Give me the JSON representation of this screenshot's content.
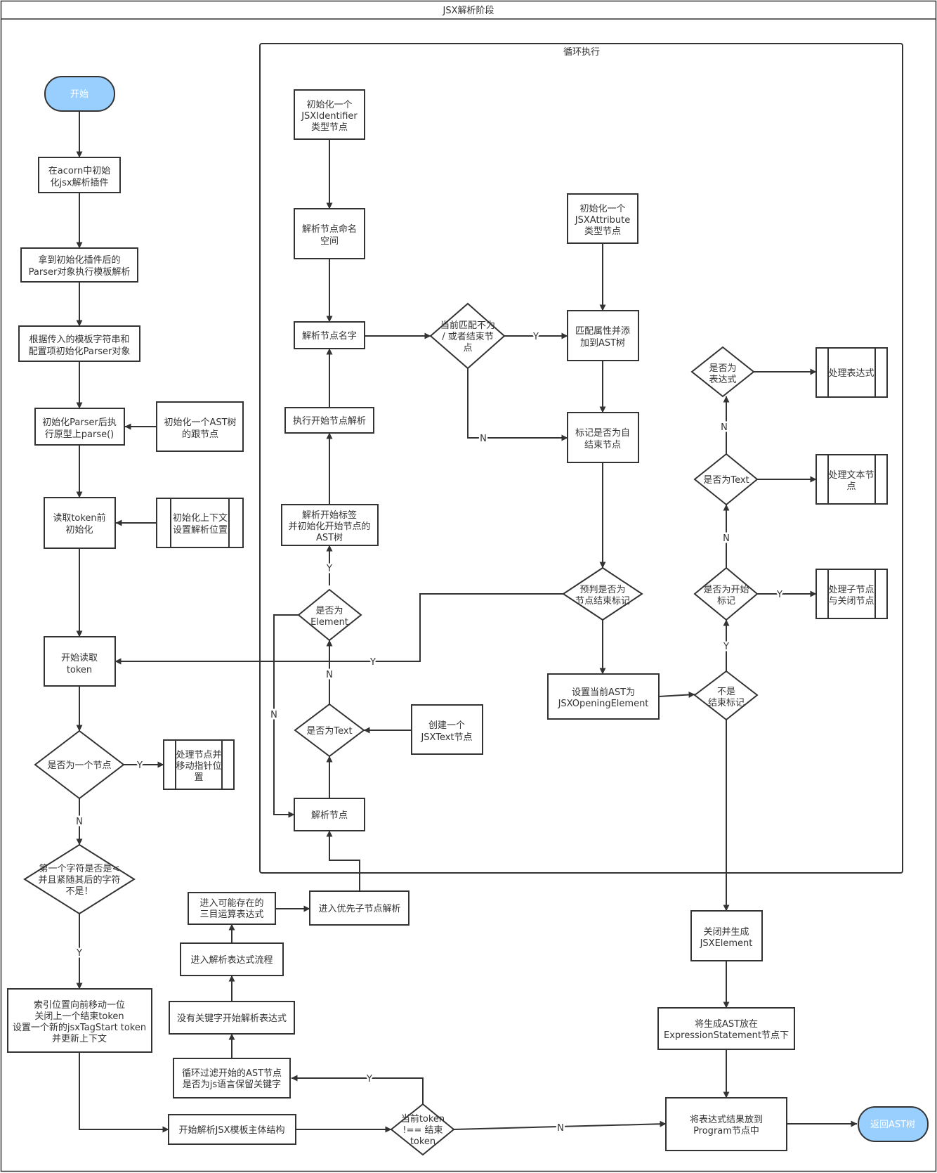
{
  "title": "JSX解析阶段",
  "loop_frame_title": "循环执行",
  "colors": {
    "terminal_fill": "#99cfff",
    "stroke": "#333333",
    "text": "#333333"
  },
  "nodes": {
    "start": "开始",
    "init_plugin": [
      "在acorn中初始",
      "化jsx解析插件"
    ],
    "get_parser": [
      "拿到初始化插件后的",
      "Parser对象执行模板解析"
    ],
    "init_parser": [
      "根据传入的模板字符串和",
      "配置项初始化Parser对象"
    ],
    "parse_proto": [
      "初始化Parser后执",
      "行原型上parse()"
    ],
    "init_ast_root": [
      "初始化一个AST树",
      "的跟节点"
    ],
    "token_init": [
      "读取token前",
      "初始化"
    ],
    "init_context": [
      "初始化上下文",
      "设置解析位置"
    ],
    "start_read": [
      "开始读取",
      "token"
    ],
    "is_node": [
      "是否为一个节点"
    ],
    "handle_node": [
      "处理节点并",
      "移动指针位",
      "置"
    ],
    "first_char": [
      "第一个字符是否是<",
      "并且紧随其后的字符",
      "不是！"
    ],
    "index_move": [
      "索引位置向前移动一位",
      "关闭上一个结束token",
      "设置一个新的jsxTagStart token",
      "并更新上下文"
    ],
    "start_jsx_main": [
      "开始解析JSX模板主体结构"
    ],
    "token_not_end": [
      "当前token",
      "!== 结束",
      "token"
    ],
    "loop_filter": [
      "循环过滤开始的AST节点",
      "是否为js语言保留关键字"
    ],
    "no_keyword": [
      "没有关键字开始解析表达式"
    ],
    "enter_expr": [
      "进入解析表达式流程"
    ],
    "ternary": [
      "进入可能存在的",
      "三目运算表达式"
    ],
    "priority_child": [
      "进入优先子节点解析"
    ],
    "init_jsxid": [
      "初始化一个",
      "JSXIdentifier",
      "类型节点"
    ],
    "parse_ns": [
      "解析节点命名",
      "空间"
    ],
    "parse_name": [
      "解析节点名字"
    ],
    "exec_start": [
      "执行开始节点解析"
    ],
    "parse_start_tag": [
      "解析开始标签",
      "并初始化开始节点的",
      "AST树"
    ],
    "is_element": [
      "是否为",
      "Element"
    ],
    "is_text_left": [
      "是否为Text"
    ],
    "create_text": [
      "创建一个",
      "JSXText节点"
    ],
    "parse_node": [
      "解析节点"
    ],
    "not_end_match": [
      "当前匹配不为",
      "/ 或者结束节",
      "点"
    ],
    "init_jsxattr": [
      "初始化一个",
      "JSXAttribute",
      "类型节点"
    ],
    "match_attr": [
      "匹配属性并添",
      "加到AST树"
    ],
    "mark_self_close": [
      "标记是否为自",
      "结束节点"
    ],
    "prejudge_end": [
      "预判是否为",
      "节点结束标记"
    ],
    "set_opening": [
      "设置当前AST为",
      "JSXOpeningElement"
    ],
    "not_end_tag": [
      "不是",
      "结束标记"
    ],
    "is_start_tag": [
      "是否为开始",
      "标记"
    ],
    "handle_child_close": [
      "处理子节点",
      "与关闭节点"
    ],
    "is_text_right": [
      "是否为Text"
    ],
    "handle_text": [
      "处理文本节",
      "点"
    ],
    "is_expr": [
      "是否为",
      "表达式"
    ],
    "handle_expr": [
      "处理表达式"
    ],
    "close_gen": [
      "关闭并生成",
      "JSXElement"
    ],
    "put_expr_stmt": [
      "将生成AST放在",
      "ExpressionStatement节点下"
    ],
    "put_program": [
      "将表达式结果放到",
      "Program节点中"
    ],
    "return_ast": "返回AST树"
  },
  "edge_labels": {
    "yes": "Y",
    "no": "N"
  }
}
